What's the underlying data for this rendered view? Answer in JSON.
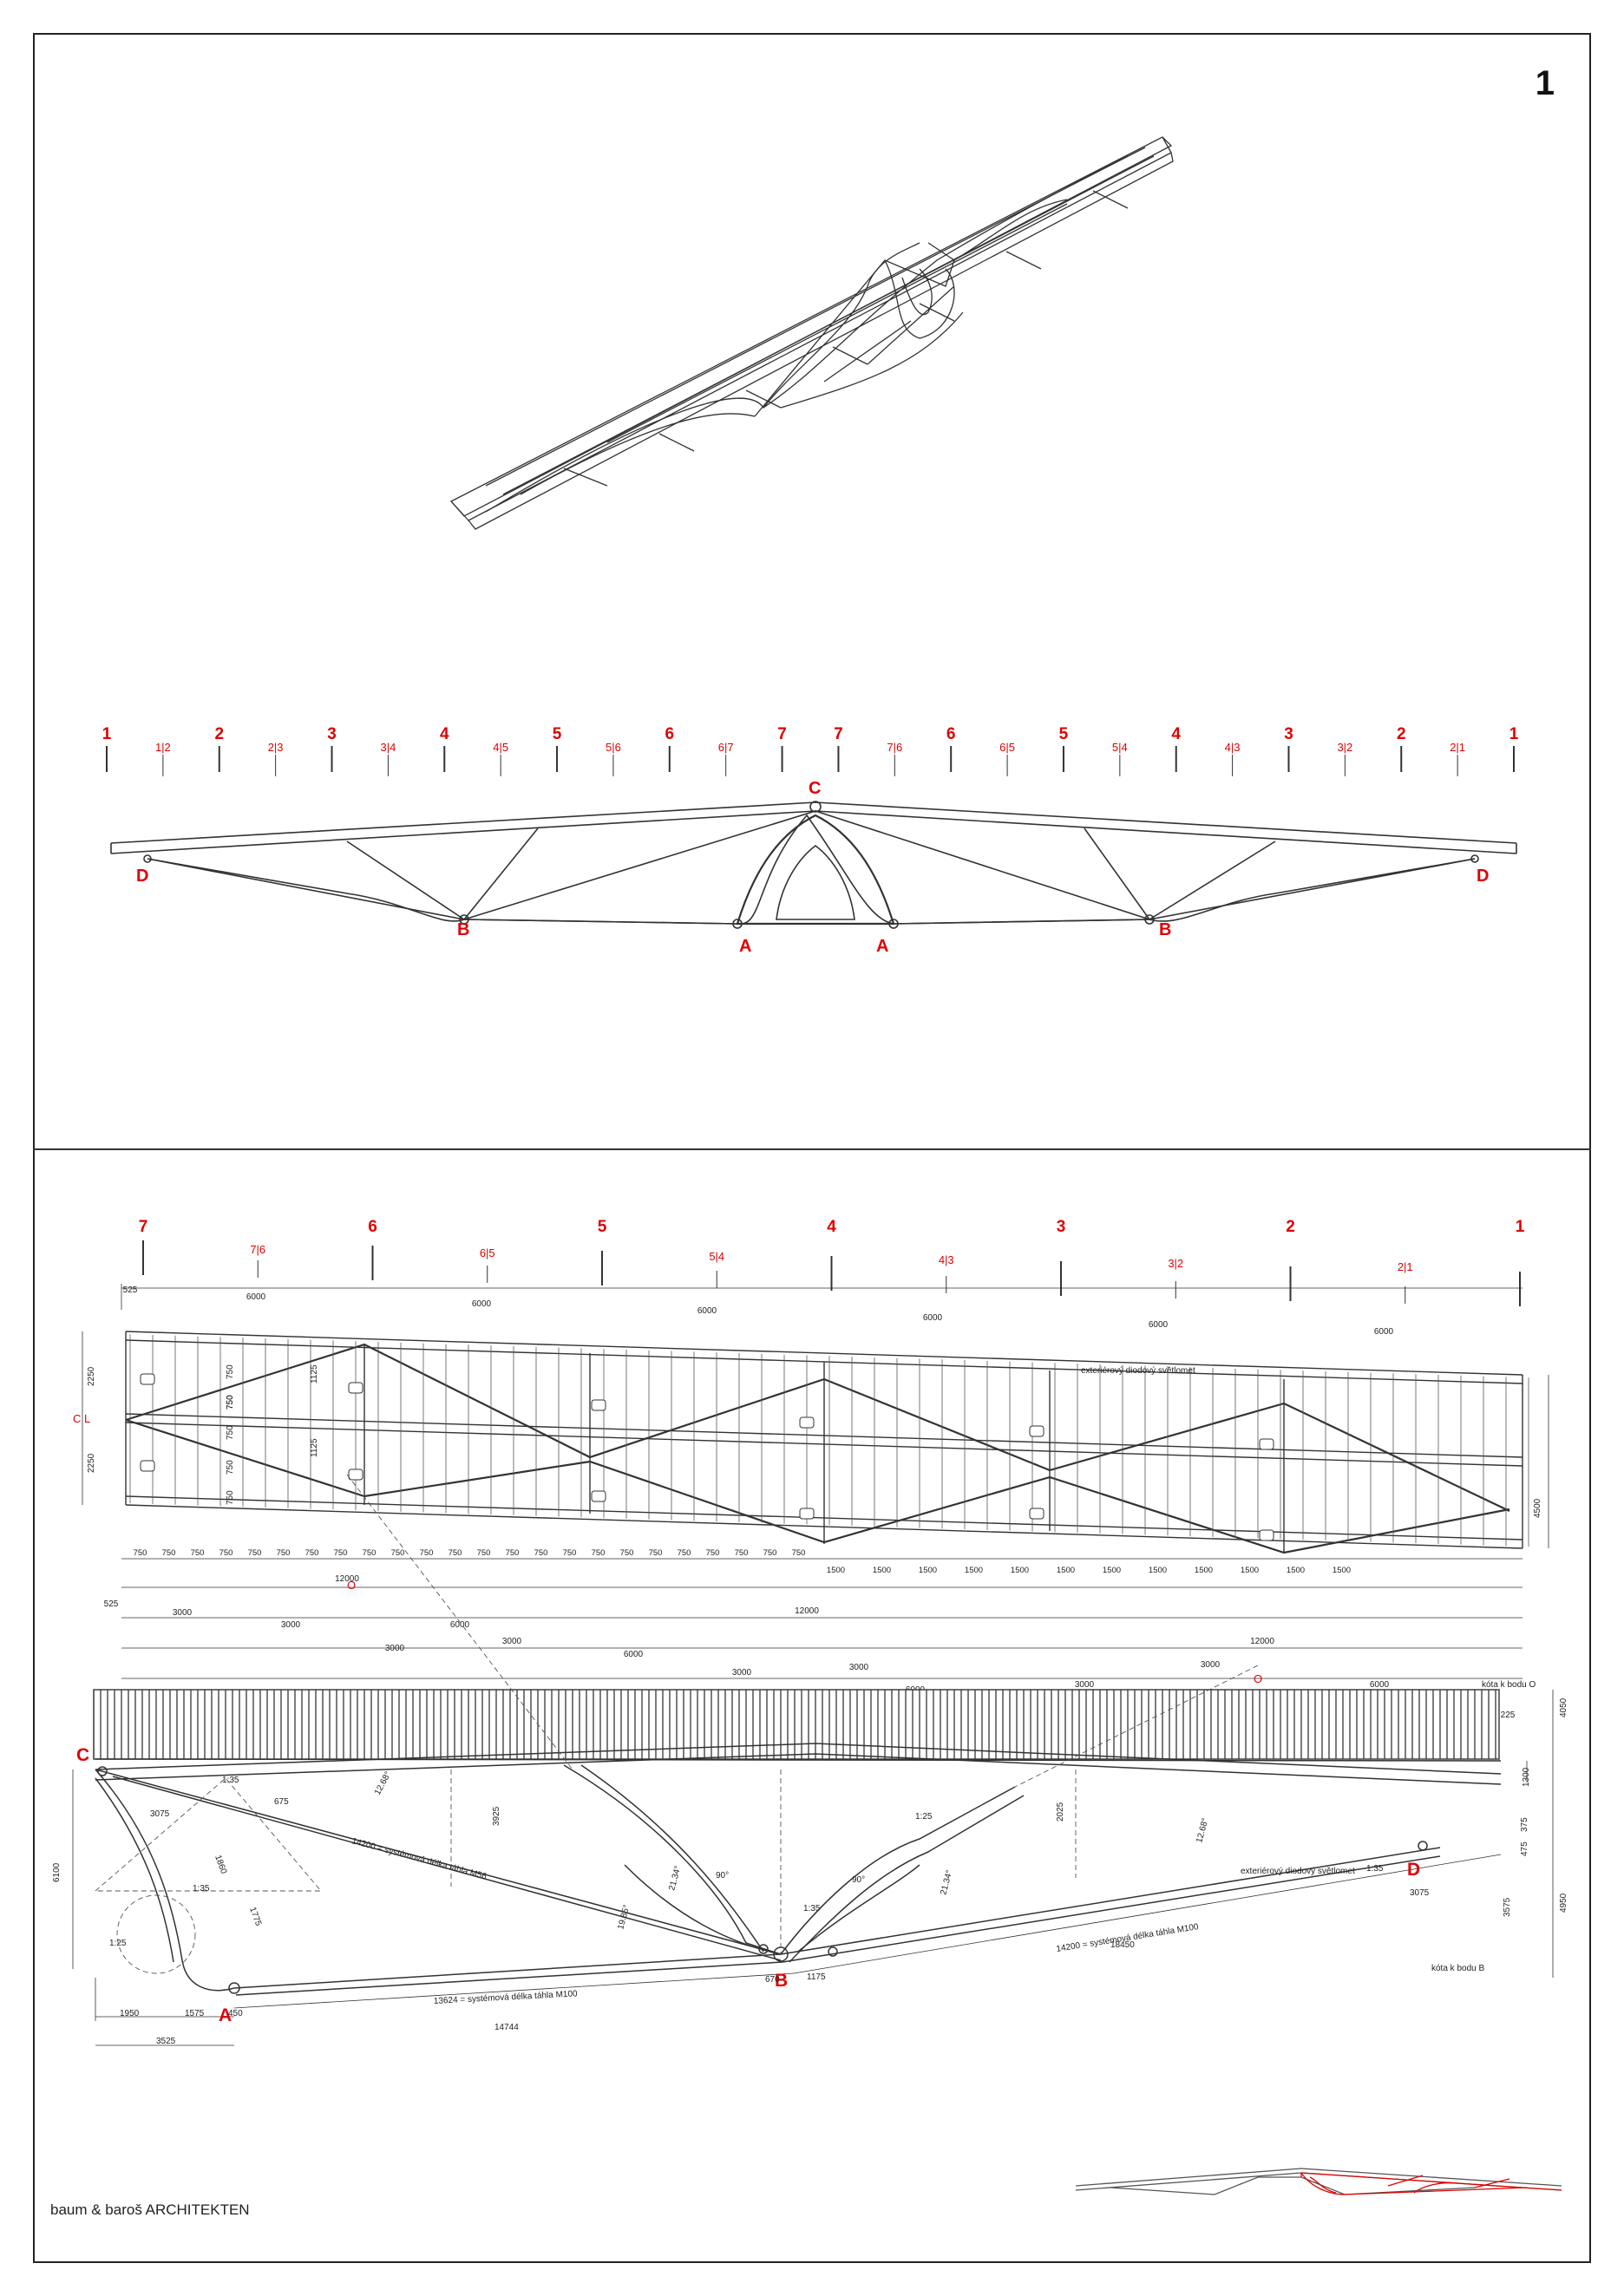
{
  "sheet": {
    "number": "1",
    "office": "baum & baroš ARCHITEKTEN"
  },
  "colors": {
    "accent": "#e00000",
    "line": "#333333",
    "ink": "#111111"
  },
  "elevation": {
    "axis_labels": [
      "1",
      "1|2",
      "2",
      "2|3",
      "3",
      "3|4",
      "4",
      "4|5",
      "5",
      "5|6",
      "6",
      "6|7",
      "7",
      "7",
      "7|6",
      "6",
      "6|5",
      "5",
      "5|4",
      "4",
      "4|3",
      "3",
      "3|2",
      "2",
      "2|1",
      "1"
    ],
    "nodes": [
      "C",
      "D",
      "D",
      "B",
      "B",
      "A",
      "A"
    ]
  },
  "plan": {
    "axis_labels": [
      "7",
      "7|6",
      "6",
      "6|5",
      "5",
      "5|4",
      "4",
      "4|3",
      "3",
      "3|2",
      "2",
      "2|1",
      "1"
    ],
    "top_dims": [
      "525",
      "6000",
      "6000",
      "6000",
      "6000",
      "6000",
      "6000"
    ],
    "left_dims": [
      "2250",
      "2250"
    ],
    "right_dim": "4500",
    "inner_dims": [
      "750",
      "750",
      "1125",
      "1125",
      "750",
      "750",
      "750",
      "750"
    ],
    "centerline_label": "C L",
    "callout": "exteriérový diodový světlomet",
    "row1": [
      "750",
      "750",
      "750",
      "750",
      "750",
      "750",
      "750",
      "750",
      "750",
      "750",
      "750",
      "750",
      "750",
      "750",
      "750",
      "750",
      "750",
      "750",
      "750",
      "750",
      "750",
      "750",
      "750",
      "750",
      "1500",
      "1500",
      "1500",
      "1500",
      "1500",
      "1500",
      "1500",
      "1500",
      "1500",
      "1500",
      "1500",
      "1500"
    ],
    "row2_totals": [
      "12000",
      "12000",
      "12000"
    ],
    "row3": [
      "525",
      "3000",
      "3000",
      "6000",
      "3000",
      "3000",
      "6000",
      "3000",
      "3000",
      "6000",
      "3000",
      "3000",
      "6000",
      "3000",
      "3000",
      "6000",
      "3000",
      "1500",
      "1500",
      "225"
    ],
    "point_o": "O"
  },
  "section": {
    "nodes": [
      "C",
      "D",
      "B",
      "A"
    ],
    "dims": {
      "d3075a": "3075",
      "d3075b": "3075",
      "d675": "675",
      "d3925": "3925",
      "d2025": "2025",
      "d1300": "1300",
      "d375": "375",
      "d475": "475",
      "d4050": "4050",
      "d4950": "4950",
      "d3575": "3575",
      "d6100": "6100",
      "d1950": "1950",
      "d1575": "1575",
      "d450": "450",
      "d3525": "3525",
      "d14744": "14744",
      "d670": "670",
      "d1175": "1175",
      "d18450": "18450",
      "d1860": "1860",
      "d1775": "1775"
    },
    "angles": [
      "12.68°",
      "21.34°",
      "90°",
      "90°",
      "21.34°",
      "19.85°",
      "12.68°"
    ],
    "slopes": [
      "1:35",
      "1:35",
      "1:25",
      "1:35",
      "1:35",
      "1:25"
    ],
    "tie_left": "14200 = systémová délka táhla M56",
    "tie_right": "14200 = systémová délka táhla M100",
    "tie_bottom": "13624 = systémová délka táhla M100",
    "callout": "exteriérový diodový světlomet",
    "note_o": "kóta k bodu O",
    "note_b": "kóta k bodu B"
  }
}
